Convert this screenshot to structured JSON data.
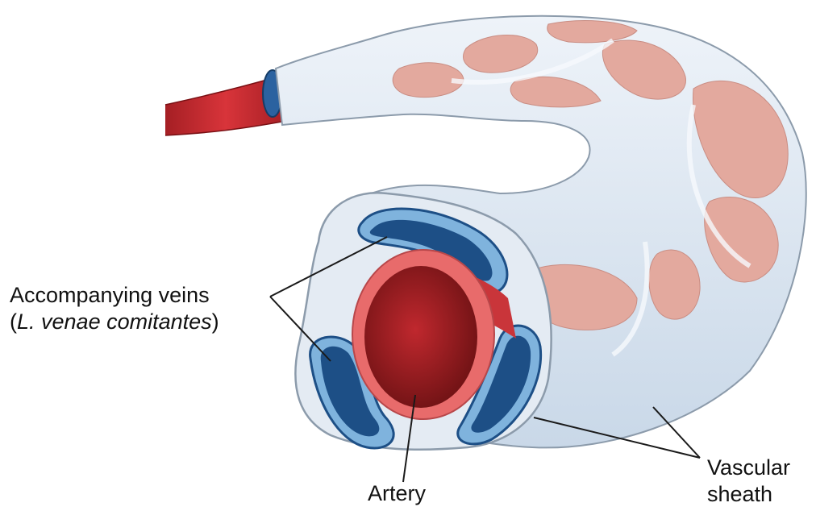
{
  "labels": {
    "veins_line1": "Accompanying veins",
    "veins_line2_open": "(",
    "veins_line2_latin": "L. venae comitantes",
    "veins_line2_close": ")",
    "artery": "Artery",
    "sheath_line1": "Vascular",
    "sheath_line2": "sheath"
  },
  "colors": {
    "sheath_fill": "#dbe6f2",
    "sheath_outline": "#9aa9b8",
    "vein_dark": "#1d4f86",
    "vein_light": "#7fb3dd",
    "artery_wall": "#e86b6b",
    "artery_lumen": "#8e1c1c",
    "artery_inside": "#c9353a",
    "pink_patch": "#e6aaa0",
    "leader_line": "#1a1a1a"
  }
}
